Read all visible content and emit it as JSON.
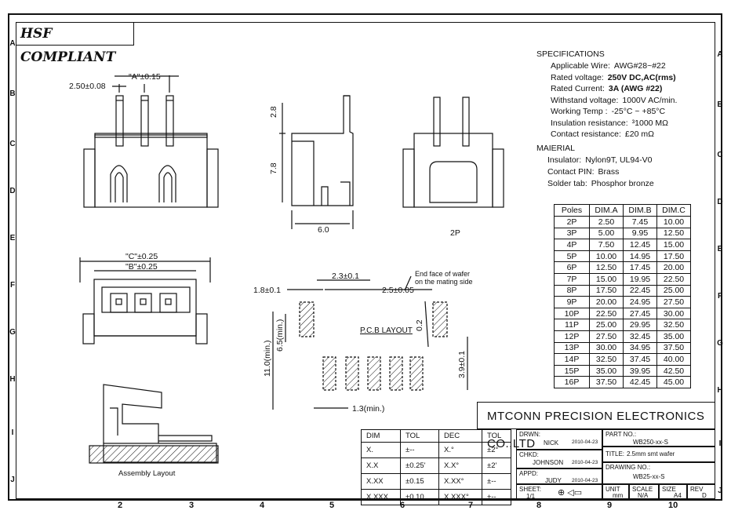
{
  "badge": "HSF COMPLIANT",
  "zones": {
    "rows": [
      "A",
      "B",
      "C",
      "D",
      "E",
      "F",
      "G",
      "H",
      "I",
      "J"
    ],
    "cols": [
      "2",
      "3",
      "4",
      "5",
      "6",
      "7",
      "8",
      "9",
      "10"
    ]
  },
  "specifications": {
    "title": "SPECIFICATIONS",
    "lines": [
      {
        "label": "Applicable Wire:",
        "value": "AWG#28~#22"
      },
      {
        "label": "Rated voltage:",
        "value": "250V DC,AC(rms)"
      },
      {
        "label": "Rated Current:",
        "value": "3A (AWG #22)"
      },
      {
        "label": "Withstand voltage:",
        "value": "1000V AC/min."
      },
      {
        "label": "Working Temp :",
        "value": "-25°C ~ +85°C"
      },
      {
        "label": "Insulation resistance:",
        "value": "³1000 MΩ"
      },
      {
        "label": "Contact resistance:",
        "value": "£20 mΩ"
      }
    ]
  },
  "material": {
    "title": "MAIERIAL",
    "lines": [
      {
        "label": "Insulator:",
        "value": "Nylon9T, UL94-V0"
      },
      {
        "label": "Contact PIN:",
        "value": "Brass"
      },
      {
        "label": "Solder tab:",
        "value": "Phosphor bronze"
      }
    ]
  },
  "dim_table": {
    "headers": [
      "Poles",
      "DIM.A",
      "DIM.B",
      "DIM.C"
    ],
    "rows": [
      [
        "2P",
        "2.50",
        "7.45",
        "10.00"
      ],
      [
        "3P",
        "5.00",
        "9.95",
        "12.50"
      ],
      [
        "4P",
        "7.50",
        "12.45",
        "15.00"
      ],
      [
        "5P",
        "10.00",
        "14.95",
        "17.50"
      ],
      [
        "6P",
        "12.50",
        "17.45",
        "20.00"
      ],
      [
        "7P",
        "15.00",
        "19.95",
        "22.50"
      ],
      [
        "8P",
        "17.50",
        "22.45",
        "25.00"
      ],
      [
        "9P",
        "20.00",
        "24.95",
        "27.50"
      ],
      [
        "10P",
        "22.50",
        "27.45",
        "30.00"
      ],
      [
        "11P",
        "25.00",
        "29.95",
        "32.50"
      ],
      [
        "12P",
        "27.50",
        "32.45",
        "35.00"
      ],
      [
        "13P",
        "30.00",
        "34.95",
        "37.50"
      ],
      [
        "14P",
        "32.50",
        "37.45",
        "40.00"
      ],
      [
        "15P",
        "35.00",
        "39.95",
        "42.50"
      ],
      [
        "16P",
        "37.50",
        "42.45",
        "45.00"
      ]
    ]
  },
  "drawing_dims": {
    "pitch": "2.50±0.08",
    "dim_a": "\"A\"±0.15",
    "height_top": "2.8",
    "height_body": "7.8",
    "width_side": "6.0",
    "label_2p": "2P",
    "dim_c": "\"C\"±0.25",
    "dim_b": "\"B\"±0.25",
    "pad_w": "1.8±0.1",
    "pad_gap": "2.3±0.1",
    "pad_pitch": "2.5±0.05",
    "end_face_1": "End face of wafer",
    "end_face_2": "on the mating side",
    "pcb_layout": "P.C.B LAYOUT",
    "dim_02": "0.2",
    "dim_65": "6.5(min.)",
    "dim_110": "11.0(min.)",
    "dim_39": "3.9±0.1",
    "dim_13": "1.3(min.)",
    "assembly": "Assembly Layout"
  },
  "title_block": {
    "company": "MTCONN PRECISION ELECTRONICS CO.,LTD",
    "tol_headers": [
      "DIM",
      "TOL",
      "DEC",
      "TOL"
    ],
    "tol_rows": [
      [
        "X.",
        "±--",
        "X.°",
        "±2°"
      ],
      [
        "X.X",
        "±0.25'",
        "X.X°",
        "±2'"
      ],
      [
        "X.XX",
        "±0.15",
        "X.XX°",
        "±--"
      ],
      [
        "X.XXX",
        "±0.10",
        "X.XXX°",
        "±--"
      ]
    ],
    "drwn_label": "DRWN:",
    "drwn_name": "NICK",
    "drwn_date": "2010-04-23",
    "chkd_label": "CHKD:",
    "chkd_name": "JOHNSON",
    "chkd_date": "2010-04-23",
    "appd_label": "APPD:",
    "appd_name": "JUDY",
    "appd_date": "2010-04-23",
    "part_label": "PART NO.:",
    "part_no": "WB250-xx-S",
    "title_label": "TITLE:",
    "title_value": "2.5mm smt wafer",
    "drawing_label": "DRAWING NO.:",
    "drawing_no": "WB25-xx-S",
    "sheet_label": "SHEET:",
    "sheet_value": "1/1",
    "unit_label": "UNIT",
    "unit_value": "mm",
    "scale_label": "SCALE",
    "scale_value": "N/A",
    "size_label": "SIZE",
    "size_value": "A4",
    "rev_label": "REV",
    "rev_value": "D"
  }
}
